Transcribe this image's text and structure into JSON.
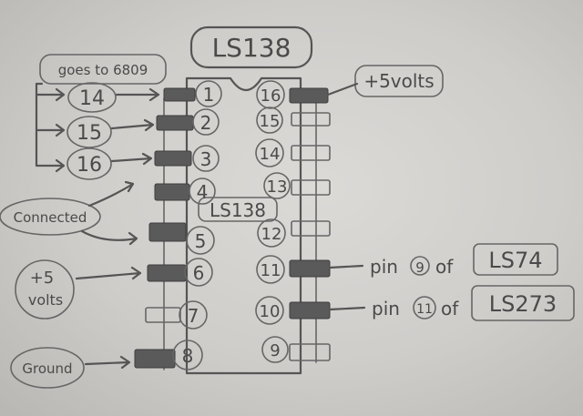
{
  "chip": {
    "title": "LS138",
    "body_label": "LS138",
    "left_pins": [
      "1",
      "2",
      "3",
      "4",
      "5",
      "6",
      "7",
      "8"
    ],
    "right_pins": [
      "16",
      "15",
      "14",
      "13",
      "12",
      "11",
      "10",
      "9"
    ]
  },
  "notes": {
    "goes_to": "goes to 6809",
    "port_14": "14",
    "port_15": "15",
    "port_16": "16",
    "connected": "Connected",
    "plus5_left_line1": "+5",
    "plus5_left_line2": "volts",
    "ground": "Ground",
    "plus5_right": "+5volts",
    "pin11_prefix": "pin",
    "pin11_pin": "9",
    "pin11_of": "of",
    "pin11_target": "LS74",
    "pin10_prefix": "pin",
    "pin10_pin": "11",
    "pin10_of": "of",
    "pin10_target": "LS273"
  },
  "colors": {
    "paper": "#d4d2cf",
    "pencil": "#4a4a4a",
    "filled_pad": "#5a5a5a"
  }
}
